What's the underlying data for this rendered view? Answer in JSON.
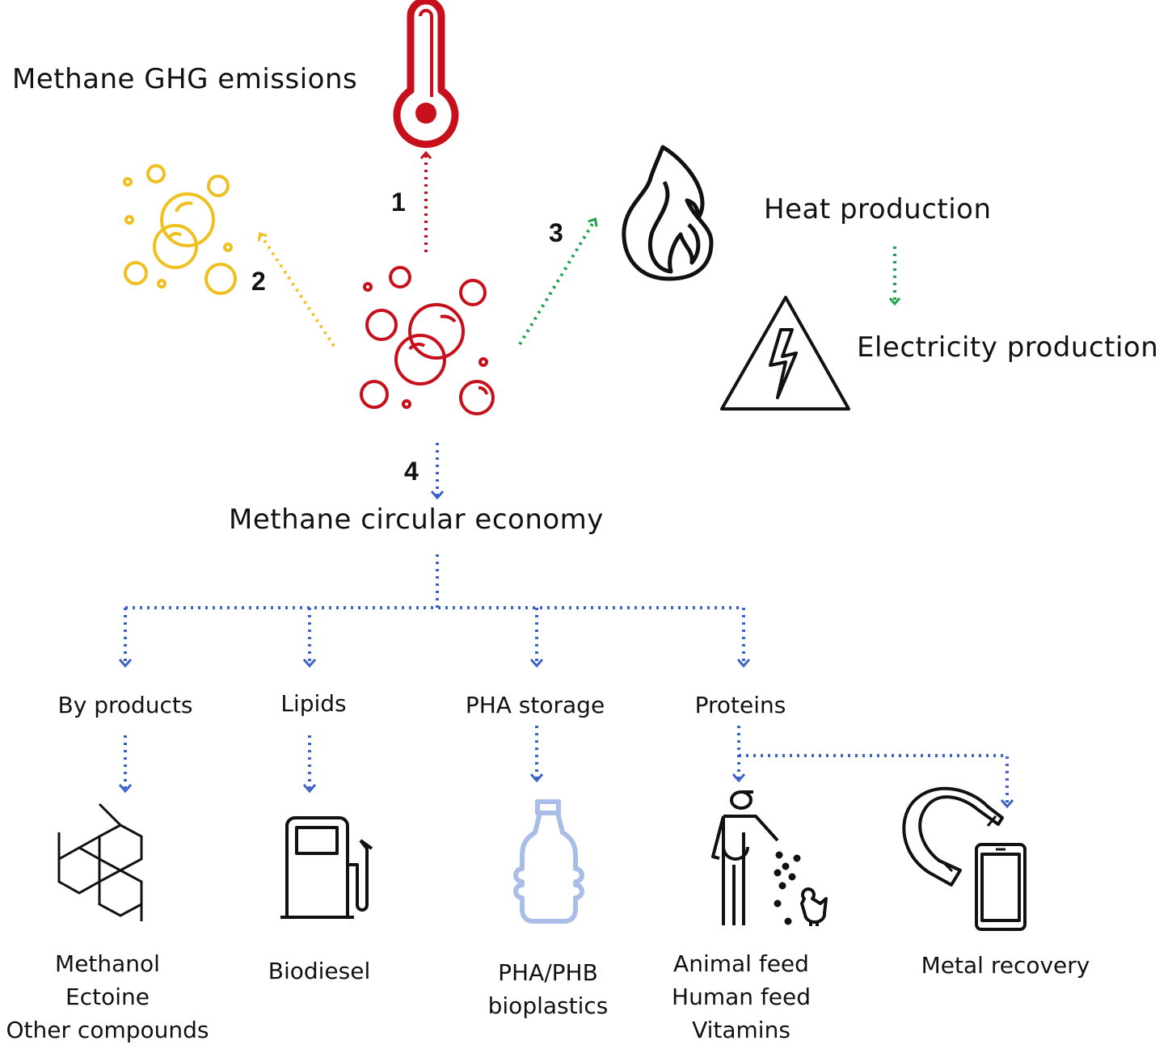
{
  "labels": {
    "ghg": "Methane GHG emissions",
    "heat": "Heat production",
    "electricity": "Electricity production",
    "circular": "Methane circular economy",
    "byproducts": "By products",
    "lipids": "Lipids",
    "pha_storage": "PHA storage",
    "proteins": "Proteins"
  },
  "numbers": {
    "n1": "1",
    "n2": "2",
    "n3": "3",
    "n4": "4"
  },
  "products": {
    "byproducts": [
      "Methanol",
      "Ectoine",
      "Other compounds"
    ],
    "lipids": [
      "Biodiesel"
    ],
    "pha": [
      "PHA/PHB",
      "bioplastics"
    ],
    "proteins": [
      "Animal feed",
      "Human feed",
      "Vitamins"
    ],
    "metal": [
      "Metal recovery"
    ]
  },
  "icons": [
    "thermometer-icon",
    "yellow-bubbles-icon",
    "methane-bubbles-icon",
    "flame-icon",
    "high-voltage-icon",
    "molecule-icon",
    "fuel-pump-icon",
    "bottle-icon",
    "farmer-feeding-chicken-icon",
    "magnet-phone-icon"
  ],
  "colors": {
    "red": "#c8101c",
    "yellow": "#f0c020",
    "green": "#1fa34a",
    "blue": "#3c64c8",
    "bottle": "#a9bde8",
    "ink": "#111111"
  }
}
